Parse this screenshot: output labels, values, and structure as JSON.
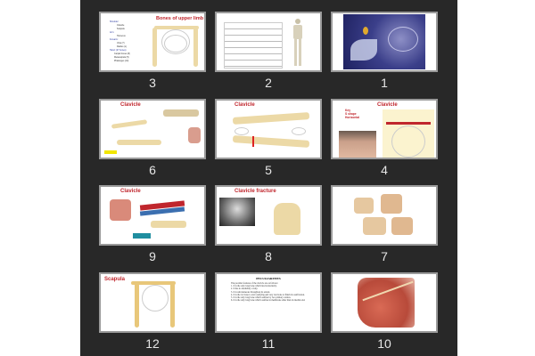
{
  "slides": [
    {
      "number": "3",
      "title": "Bones of upper limb",
      "lines": [
        "Shoulder:",
        "Clavicle",
        "Scapula",
        "Arm:",
        "Humerus",
        "Forearm:",
        "Ulna (7)",
        "Radius (L)",
        "Hand: (27 bones)",
        "Carpal bones (8)",
        "Metacarpals (5)",
        "Phalanges (14)"
      ]
    },
    {
      "number": "2"
    },
    {
      "number": "1"
    },
    {
      "number": "6",
      "title": "Clavicle"
    },
    {
      "number": "5",
      "title": "Clavicle"
    },
    {
      "number": "4",
      "title": "Clavicle",
      "lines": [
        "Key",
        "S shape",
        "Horizontal"
      ]
    },
    {
      "number": "9",
      "title": "Clavicle"
    },
    {
      "number": "8",
      "title": "Clavicle fracture"
    },
    {
      "number": "7"
    },
    {
      "number": "12",
      "title": "Scapula"
    },
    {
      "number": "11",
      "title": "PECULIARITIES",
      "intro": "The peculiar features of the clavicle are as follows:",
      "lines": [
        "1. It is the only long bone which lies horizontally.",
        "2. It has no medullary cavity.",
        "3. It is subcutaneous throughout its extent.",
        "4. It is the 1st bone to start ossifying and very last bone to finish its ossification.",
        "5. It is the only long bone which ossifies by two primary centres.",
        "6. It is the only long bone which ossifies in membrane other than its medial end."
      ]
    },
    {
      "number": "10"
    }
  ]
}
